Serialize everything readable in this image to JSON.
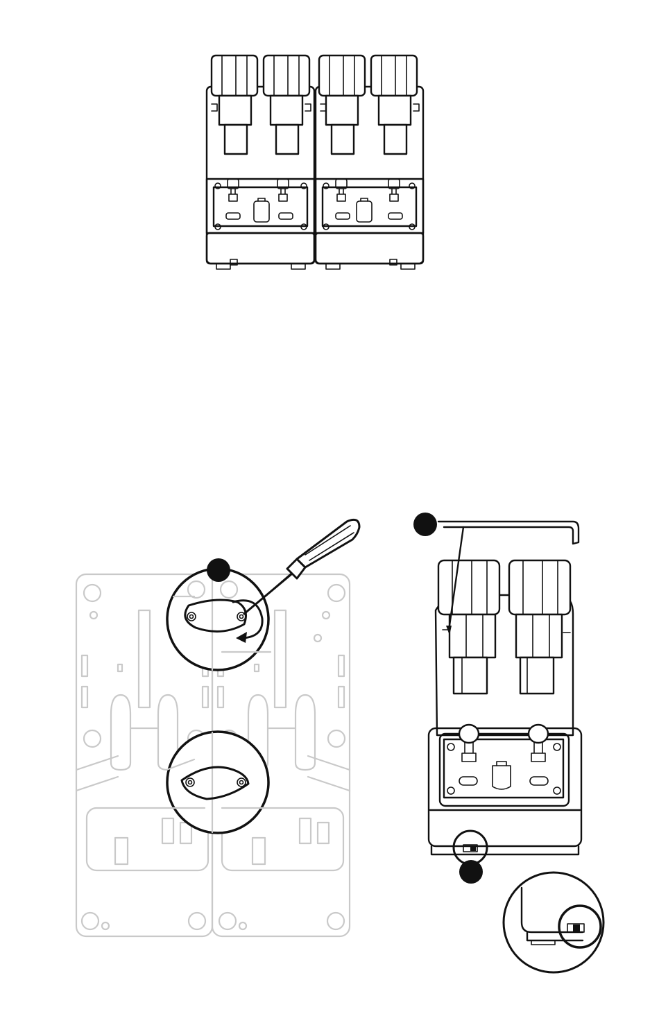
{
  "figures": [
    {
      "id": "throttle-pair-front-view",
      "icon": "dual-throttle-quadrant-icon"
    },
    {
      "id": "base-plate-joiner",
      "icon": "base-plate-bottom-icon",
      "callout_icon": "joiner-plate-icon",
      "tool_icon": "screwdriver-icon"
    },
    {
      "id": "single-throttle-side-view",
      "icon": "throttle-quadrant-icon",
      "tool_icon": "hex-key-icon",
      "zoom_icon": "switch-detail-icon"
    }
  ],
  "colors": {
    "line": "#111111",
    "faded_line": "#c9c9c9",
    "background": "#ffffff"
  }
}
